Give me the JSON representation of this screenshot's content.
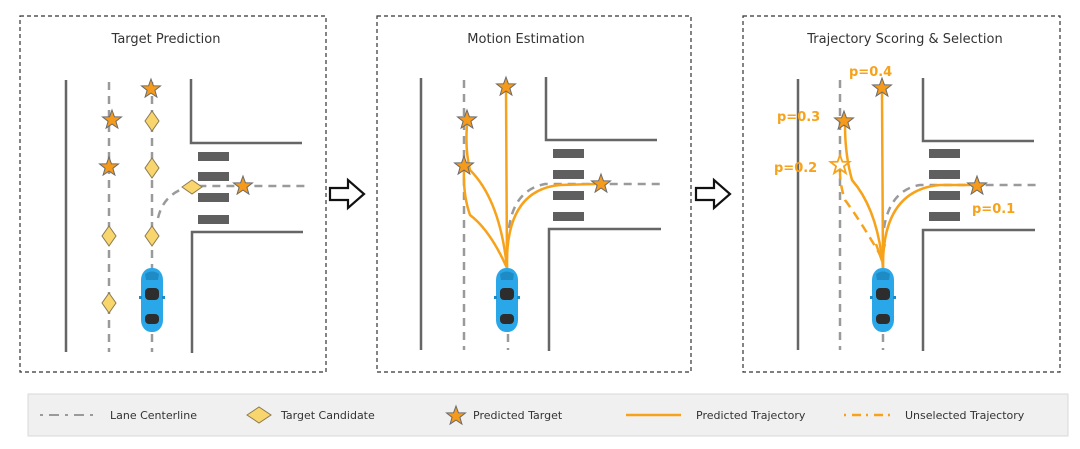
{
  "panels": [
    {
      "title": "Target Prediction"
    },
    {
      "title": "Motion Estimation"
    },
    {
      "title": "Trajectory Scoring & Selection",
      "probabilities": [
        "p=0.4",
        "p=0.3",
        "p=0.2",
        "p=0.1"
      ]
    }
  ],
  "legend": {
    "items": [
      {
        "label": "Lane Centerline",
        "icon": "dashed-gray-line"
      },
      {
        "label": "Target Candidate",
        "icon": "yellow-diamond"
      },
      {
        "label": "Predicted Target",
        "icon": "orange-star"
      },
      {
        "label": "Predicted Trajectory",
        "icon": "solid-orange-line"
      },
      {
        "label": "Unselected Trajectory",
        "icon": "dashed-orange-line"
      }
    ]
  },
  "colors": {
    "road": "#666666",
    "centerline": "#9a9a9a",
    "crosswalk": "#5f5f5f",
    "trajectory": "#f7a21b",
    "star_fill": "#f59a1b",
    "star_stroke": "#6b6b6b",
    "diamond_fill": "#f9d56e",
    "car_body": "#2aa7e8",
    "car_glass": "#2d2d2d",
    "legend_bg": "#f0f0f0"
  }
}
